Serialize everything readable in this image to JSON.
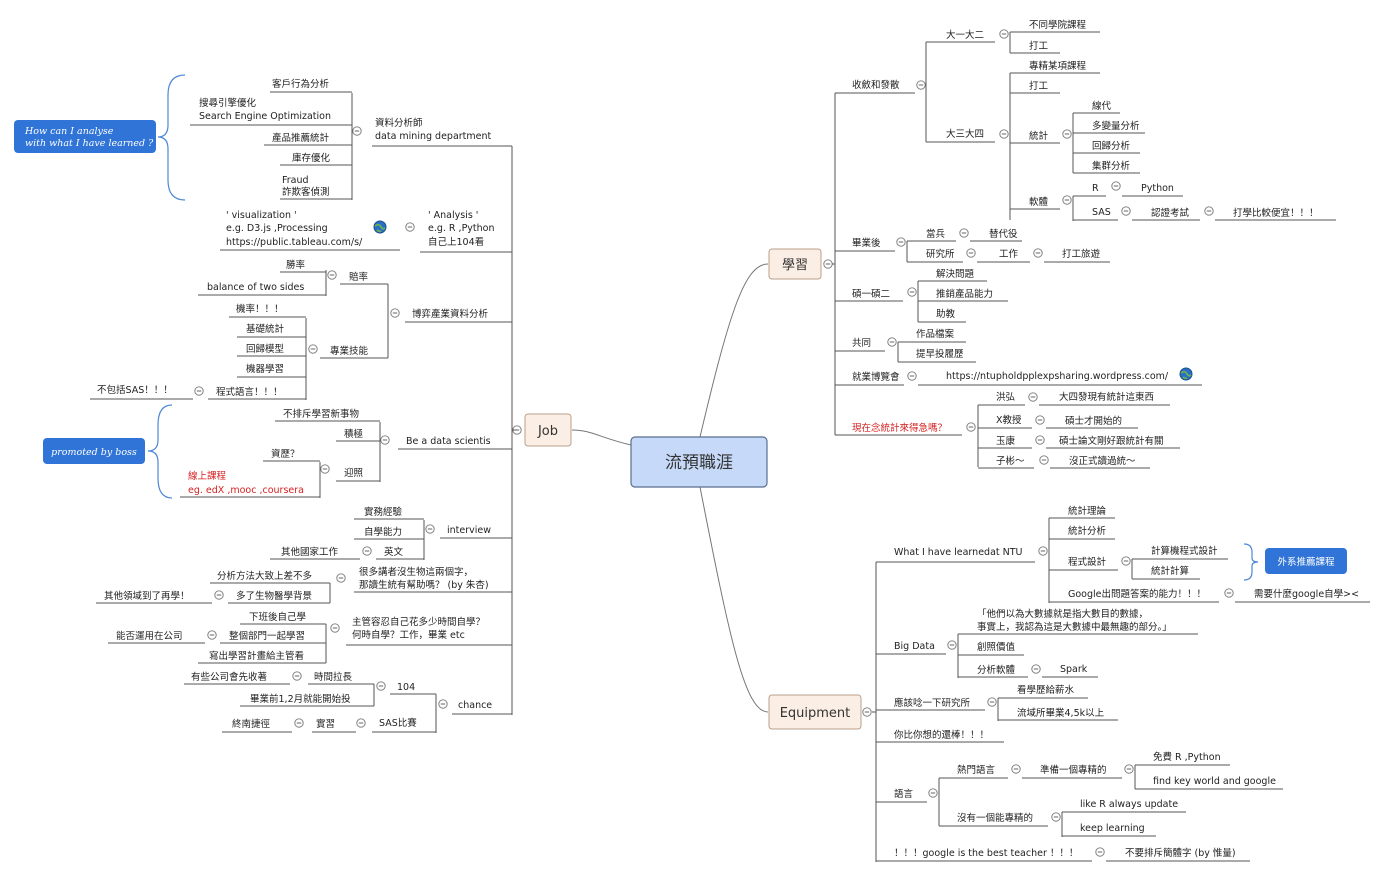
{
  "central": {
    "label": "流預職涯"
  },
  "topics": {
    "job": "Job",
    "learn": "學習",
    "equip": "Equipment"
  },
  "callouts": {
    "analyse": [
      "How can I analyse",
      "with what I have learned ?"
    ],
    "boss": "promoted by boss",
    "dept": "外系推薦課程"
  },
  "icons": {
    "globe": "globe-icon",
    "collapse": "minus-circle-icon"
  },
  "colors": {
    "central_fill": "#c7d9f8",
    "central_border": "#5a6e8f",
    "topic_fill": "#fbeee4",
    "callout": "#2f74d6",
    "warning": "#d62020"
  },
  "job": {
    "n1": [
      "資料分析師",
      "data mining department"
    ],
    "n1_items": [
      "客戶行為分析",
      "搜尋引擎優化",
      "Search Engine Optimization",
      "產品推薦統計",
      "庫存優化",
      "Fraud",
      "詐欺客偵測"
    ],
    "n2": [
      "' Analysis '",
      "e.g. R ,Python",
      "自己上104看"
    ],
    "n2_viz": [
      "' visualization '",
      "e.g. D3.js ,Processing",
      "https://public.tableau.com/s/"
    ],
    "n3": "博弈產業資料分析",
    "n3_odds": "賠率",
    "n3_odds_items": [
      "勝率",
      "balance of two sides"
    ],
    "n3_skill": "專業技能",
    "n3_skill_items": [
      "機率！！！",
      "基礎統計",
      "回歸模型",
      "機器學習",
      "程式語言！！！"
    ],
    "n3_nosas": "不包括SAS！！！",
    "n4": "Be a data scientis",
    "n4_items": [
      "不排斥學習新事物",
      "積極",
      "迎照",
      "資歷？",
      "線上課程",
      "eg. edX ,mooc ,coursera"
    ],
    "n5": "interview",
    "n5_items": [
      "實務經驗",
      "自學能力",
      "英文",
      "其他國家工作"
    ],
    "n6": [
      "很多講者沒生物這兩個字，",
      "那讀生統有幫助嗎？ (by 朱杏)"
    ],
    "n6_items": [
      "分析方法大致上差不多",
      "多了生物醫學背景",
      "其他領域到了再學！"
    ],
    "n7": [
      "主管容忍自己花多少時間自學？",
      "何時自學？工作，畢業 etc"
    ],
    "n7_items": [
      "下班後自己學",
      "整個部門一起學習",
      "能否運用在公司",
      "寫出學習計畫給主管看"
    ],
    "n8": "chance",
    "n8_104": "104",
    "n8_items": [
      "時間拉長",
      "有些公司會先收著",
      "畢業前1,2月就能開始投",
      "SAS比賽",
      "實習",
      "終南捷徑"
    ]
  },
  "learn": {
    "converge": "收斂和發散",
    "y12": "大一大二",
    "y12_items": [
      "不同學院課程",
      "打工"
    ],
    "y34": "大三大四",
    "y34_items": [
      "專精某項課程",
      "打工",
      "統計",
      "軟體"
    ],
    "stat_items": [
      "線代",
      "多變量分析",
      "回歸分析",
      "集群分析"
    ],
    "soft_items": [
      "R",
      "Python",
      "SAS",
      "認證考試",
      "打學比較便宜！！！"
    ],
    "grad": "畢業後",
    "grad_items": [
      "當兵",
      "替代役",
      "研究所",
      "工作",
      "打工旅遊"
    ],
    "master": "碩一碩二",
    "master_items": [
      "解決問題",
      "推銷產品能力",
      "助教"
    ],
    "common": "共同",
    "common_items": [
      "作品檔案",
      "提早投履歷"
    ],
    "fair": "就業博覽會",
    "fair_url": "https://ntupholdpplexpsharing.wordpress.com/",
    "urgent": "現在念統計來得急嗎？",
    "urgent_items": [
      "洪弘",
      "大四發現有統計這東西",
      "X教授",
      "碩士才開始的",
      "玉康",
      "碩士論文剛好跟統計有關",
      "子彬～",
      "沒正式讀過統～"
    ]
  },
  "equip": {
    "ntu": "What I have learnedat NTU",
    "ntu_items": [
      "統計理論",
      "統計分析",
      "程式設計",
      "計算機程式設計",
      "統計計算",
      "Google出問題答案的能力！！！",
      "需要什麼google自學><"
    ],
    "big": "Big Data",
    "big_quote": [
      "「他們以為大數據就是指大數目的數據，",
      "事實上，我認為這是大數據中最無趣的部分。」"
    ],
    "big_items": [
      "創照價值",
      "分析軟體",
      "Spark"
    ],
    "grad": "應該唸一下研究所",
    "grad_items": [
      "看學歷給薪水",
      "流域所畢業4,5k以上"
    ],
    "better": "你比你想的還棒！！！",
    "lang": "語言",
    "lang_items": [
      "熱門語言",
      "準備一個專精的",
      "免費 R ,Python",
      "find key world and google",
      "沒有一個能專精的",
      "like R always update",
      "keep learning"
    ],
    "google": "！！！google is the best teacher ！！！",
    "google_note": "不要排斥簡體字 (by 惟量)"
  }
}
